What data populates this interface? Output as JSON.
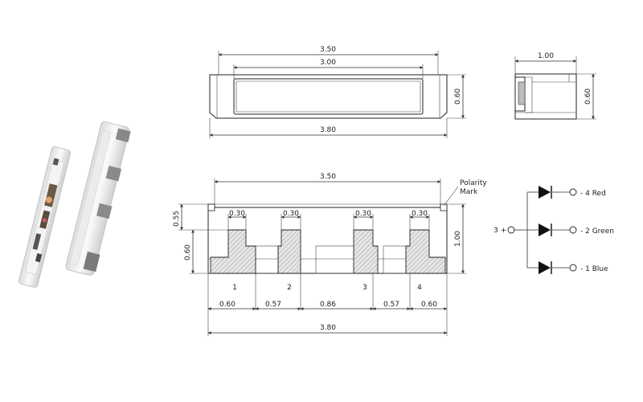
{
  "top_view": {
    "dim_inner_length": "3.50",
    "dim_window_length": "3.00",
    "dim_total_length": "3.80",
    "dim_height": "0.60"
  },
  "side_view": {
    "dim_width": "1.00",
    "dim_height": "0.60"
  },
  "bottom_view": {
    "dim_inner_length": "3.50",
    "dim_total_length": "3.80",
    "dim_height_total": "1.00",
    "dim_step": "0.55",
    "dim_pad_height": "0.60",
    "pad_widths": [
      "0.30",
      "0.30",
      "0.30",
      "0.30"
    ],
    "pad_numbers": [
      "1",
      "2",
      "3",
      "4"
    ],
    "spacings": [
      "0.60",
      "0.57",
      "0.86",
      "0.57",
      "0.60"
    ],
    "polarity_mark_line1": "Polarity",
    "polarity_mark_line2": "Mark"
  },
  "circuit": {
    "common_label": "3 +",
    "outputs": [
      {
        "label": "- 4  Red"
      },
      {
        "label": "- 2  Green"
      },
      {
        "label": "- 1  Blue"
      }
    ]
  }
}
